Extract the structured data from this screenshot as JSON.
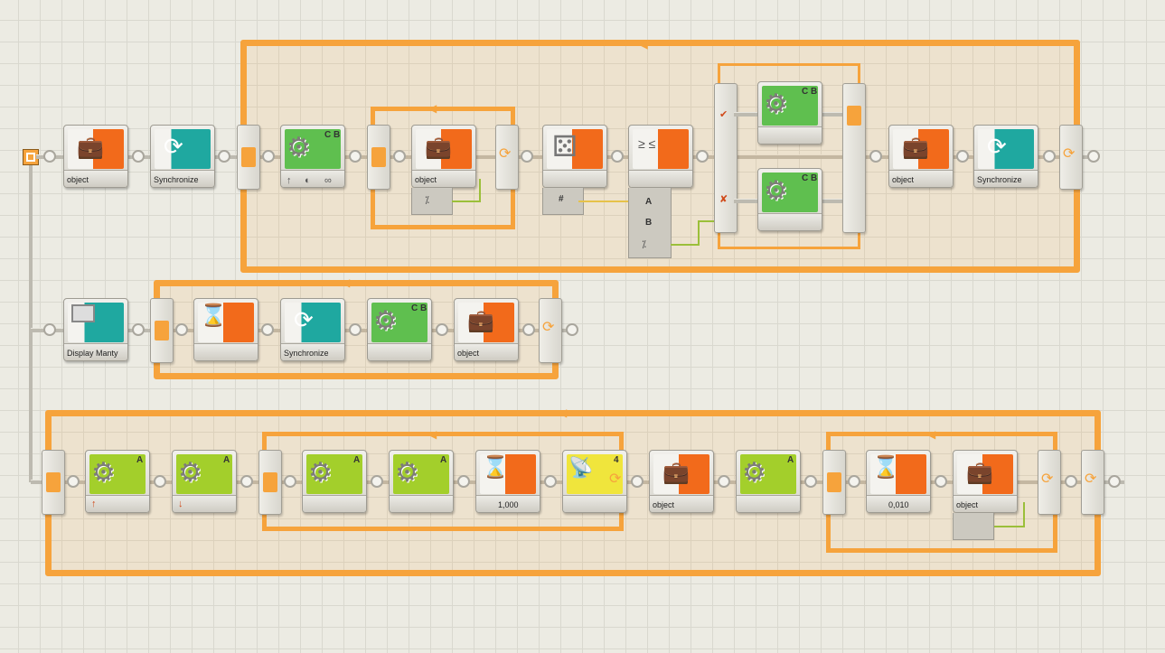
{
  "blocks": {
    "b1_label": "object",
    "b2_label": "Synchronize",
    "b3_ports": "C B",
    "b4_label": "object",
    "b_num_symbol": "#",
    "cmp_a": "A",
    "cmp_b": "B",
    "sw_top_ports": "C B",
    "sw_bot_ports": "C B",
    "b_obj3": "object",
    "b_sync3": "Synchronize",
    "display_label": "Display Manty",
    "sync2_label": "Synchronize",
    "b2_ports": "C B",
    "obj2_label": "object",
    "m_a1": "A",
    "m_a2": "A",
    "m_a3": "A",
    "m_a4": "A",
    "wait1_value": "1,000",
    "sensor_port": "4",
    "obj4_label": "object",
    "m_a5": "A",
    "wait2_value": "0,010",
    "obj5_label": "object"
  },
  "colors": {
    "loop": "#f6a33c",
    "action": "#f26a1b",
    "flow": "#1fa8a0",
    "motor": "#5fbf4f",
    "motor_lime": "#a3cf2b",
    "sensor": "#f0e53c"
  }
}
